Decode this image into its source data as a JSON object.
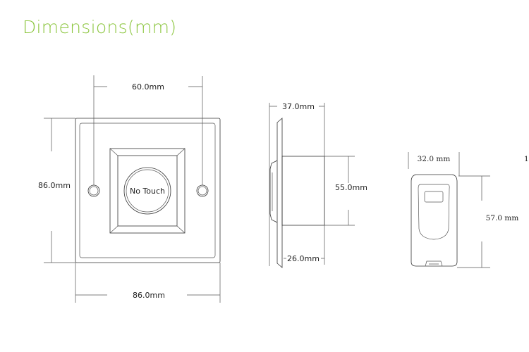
{
  "title": "Dimensions(mm)",
  "front_view": {
    "hole_spacing": "60.0mm",
    "height": "86.0mm",
    "width": "86.0mm",
    "button_label": "No Touch"
  },
  "side_view": {
    "total_depth": "37.0mm",
    "body_height": "55.0mm",
    "body_depth": "26.0mm"
  },
  "remote_view": {
    "width": "32.0 mm",
    "height": "57.0 mm",
    "stray_mark": "1"
  },
  "colors": {
    "title": "#8cc63f",
    "line": "#333333"
  }
}
